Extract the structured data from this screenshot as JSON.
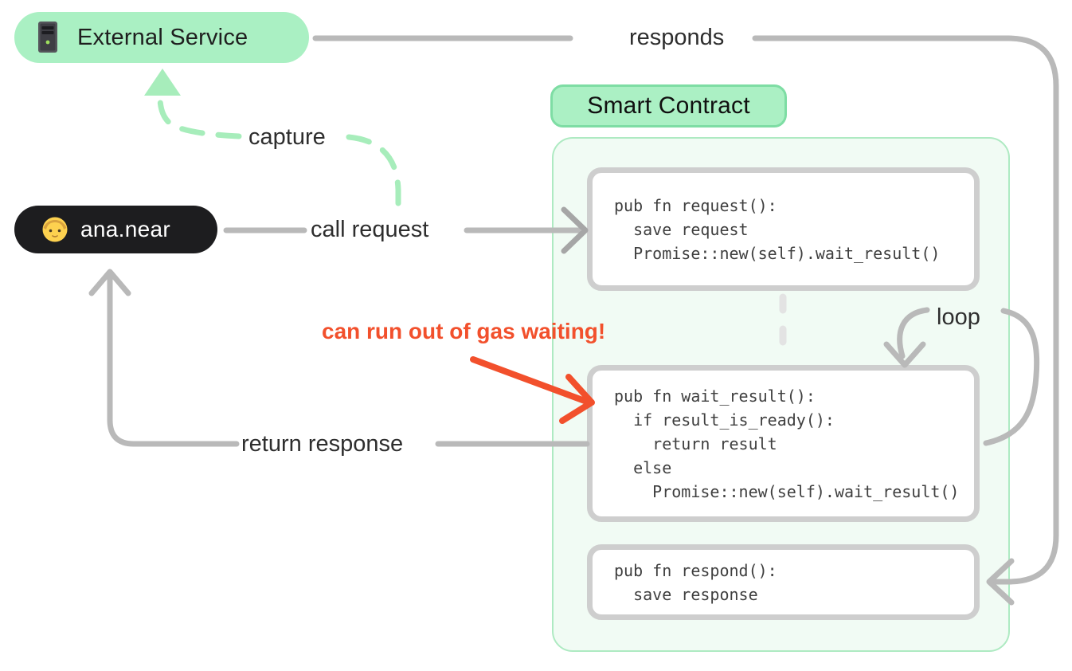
{
  "diagram_title": "Smart contract external-service request flow",
  "colors": {
    "pill_green": "#aaf0c3",
    "pill_green_border": "#7edda4",
    "container_bg": "#f1fbf4",
    "container_border": "#aeeac2",
    "user_pill_bg": "#1d1d1f",
    "gray_line": "#b9b9b9",
    "code_box_border": "#cecece",
    "code_text": "#3f3f3f",
    "label_text": "#2e2e2e",
    "warning_red": "#f2502c",
    "dashed_green": "#a7edbb",
    "dashed_gray": "#e3e3e3"
  },
  "external_service": {
    "label": "External Service",
    "icon": "server-icon"
  },
  "smart_contract": {
    "title": "Smart Contract"
  },
  "user": {
    "label": "ana.near",
    "icon": "person-icon"
  },
  "edges": {
    "responds": "responds",
    "capture": "capture",
    "call_request": "call request",
    "return_response": "return response",
    "loop": "loop"
  },
  "warning": {
    "text": "can run out of gas waiting!"
  },
  "code_boxes": {
    "request": {
      "lines": [
        "pub fn request():",
        "  save request",
        "  Promise::new(self).wait_result()"
      ]
    },
    "wait_result": {
      "lines": [
        "pub fn wait_result():",
        "  if result_is_ready():",
        "    return result",
        "  else",
        "    Promise::new(self).wait_result()"
      ]
    },
    "respond": {
      "lines": [
        "pub fn respond():",
        "  save response"
      ]
    }
  }
}
